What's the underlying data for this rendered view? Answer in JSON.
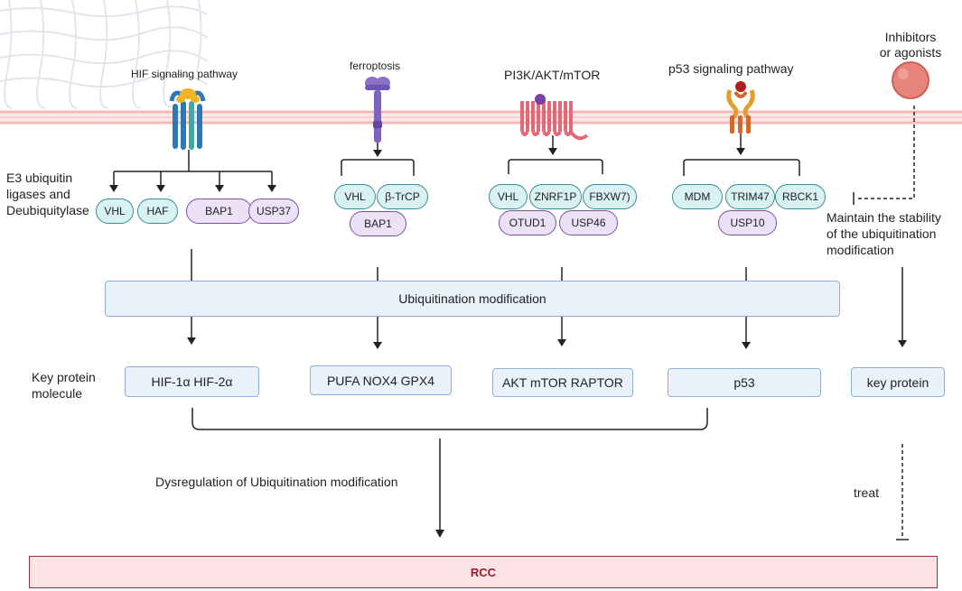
{
  "pathways": {
    "hif": "HIF signaling pathway",
    "ferroptosis": "ferroptosis",
    "pi3k": "PI3K/AKT/mTOR",
    "p53": "p53 signaling pathway",
    "inhibitors_line1": "Inhibitors",
    "inhibitors_line2": "or agonists"
  },
  "row_labels": {
    "e3_line1": "E3 ubiquitin",
    "e3_line2": "ligases and",
    "e3_line3": "Deubiquitylase",
    "key_line1": "Key protein",
    "key_line2": "molecule"
  },
  "enzymes": {
    "hif": [
      "VHL",
      "HAF",
      "BAP1",
      "USP37"
    ],
    "ferroptosis": [
      "VHL",
      "β-TrCP",
      "BAP1"
    ],
    "pi3k": [
      "VHL",
      "ZNRF1P",
      "FBXW7)",
      "OTUD1",
      "USP46"
    ],
    "p53": [
      "MDM",
      "TRIM47",
      "RBCK1",
      "USP10"
    ]
  },
  "stability": {
    "line1": "Maintain the stability",
    "line2": "of the ubiquitination",
    "line3": "modification"
  },
  "ubiquitination_box": "Ubiquitination modification",
  "key_proteins": [
    "HIF-1α HIF-2α",
    "PUFA NOX4 GPX4",
    "AKT mTOR RAPTOR",
    "p53",
    "key protein"
  ],
  "dysregulation": "Dysregulation of Ubiquitination modification",
  "treat": "treat",
  "rcc": "RCC",
  "colors": {
    "membrane": "#f3b9b9",
    "e3_fill": "#d8f1f3",
    "e3_border": "#3d8a93",
    "dub_fill": "#ece1f7",
    "dub_border": "#7a4fa6",
    "box_fill": "#e9f1fb",
    "box_border": "#8fb0d6",
    "rcc_fill": "#fbe3e6",
    "rcc_border": "#9b2d3a",
    "rcc_text": "#9b1c2b"
  }
}
